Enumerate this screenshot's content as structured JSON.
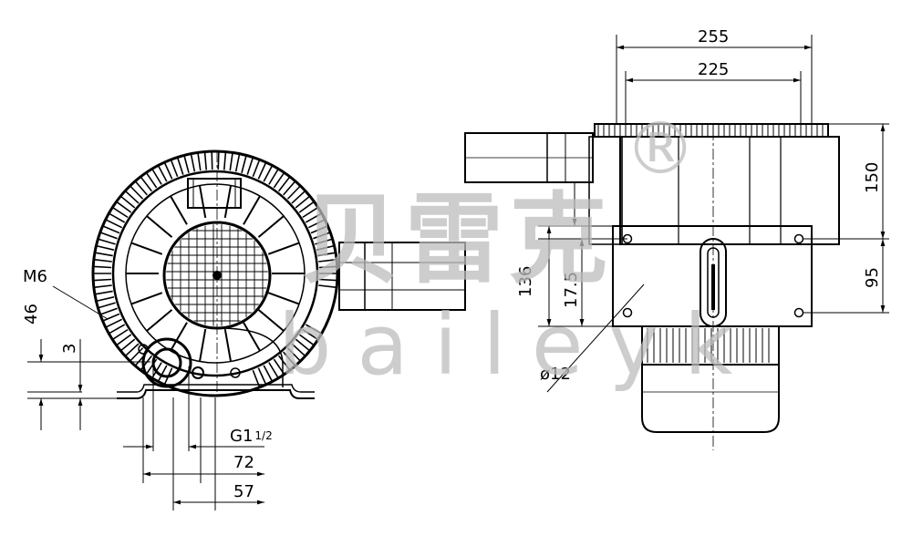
{
  "front_view": {
    "labels": {
      "m6": "M6",
      "h46": "46",
      "h3": "3",
      "thread": "G1",
      "thread_fraction": "1/2",
      "w72": "72",
      "w57": "57"
    }
  },
  "side_view": {
    "labels": {
      "w255": "255",
      "w225": "225",
      "h150": "150",
      "h95": "95",
      "h136": "136",
      "h17_5": "17.5",
      "d12": "ø12"
    }
  },
  "watermark": {
    "cn": "贝雷克",
    "en": "baileyk",
    "reg": "®"
  }
}
